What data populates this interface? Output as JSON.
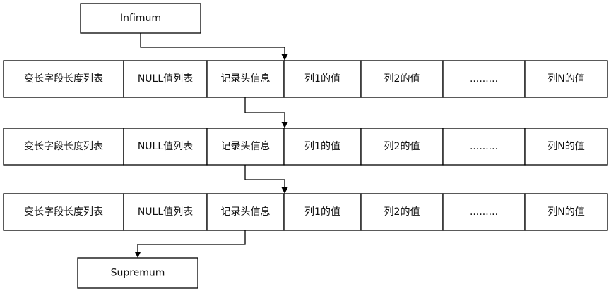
{
  "infimum": "Infimum",
  "supremum": "Supremum",
  "record_fields": [
    "变长字段长度列表",
    "NULL值列表",
    "记录头信息",
    "列1的值",
    "列2的值",
    ".........",
    "列N的值"
  ]
}
